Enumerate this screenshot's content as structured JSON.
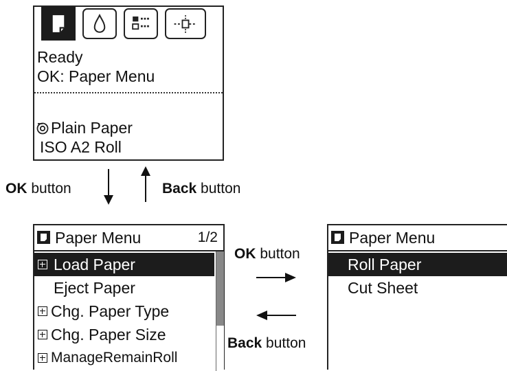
{
  "status_screen": {
    "tabs": [
      {
        "icon": "paper-icon",
        "active": true
      },
      {
        "icon": "ink-drop-icon",
        "active": false
      },
      {
        "icon": "job-list-icon",
        "active": false
      },
      {
        "icon": "settings-adjust-icon",
        "active": false
      }
    ],
    "status_line": "Ready",
    "hint_line": "OK: Paper Menu",
    "media_icon": "roll-paper-icon",
    "media_type": "Plain Paper",
    "media_size": "ISO A2 Roll"
  },
  "nav_vertical": {
    "ok_bold": "OK",
    "ok_rest": " button",
    "back_bold": "Back",
    "back_rest": " button"
  },
  "paper_menu": {
    "title": "Paper Menu",
    "page": "1/2",
    "items": [
      {
        "label": "Load Paper",
        "expandable": true,
        "selected": true
      },
      {
        "label": "Eject Paper",
        "expandable": false,
        "selected": false
      },
      {
        "label": "Chg. Paper Type",
        "expandable": true,
        "selected": false
      },
      {
        "label": "Chg. Paper Size",
        "expandable": true,
        "selected": false
      },
      {
        "label": "ManageRemainRoll",
        "expandable": true,
        "selected": false
      }
    ]
  },
  "nav_horizontal": {
    "ok_bold": "OK",
    "ok_rest": " button",
    "back_bold": "Back",
    "back_rest": " button"
  },
  "load_paper_menu": {
    "title": "Paper Menu",
    "items": [
      {
        "label": "Roll Paper",
        "selected": true
      },
      {
        "label": "Cut Sheet",
        "selected": false
      }
    ]
  }
}
